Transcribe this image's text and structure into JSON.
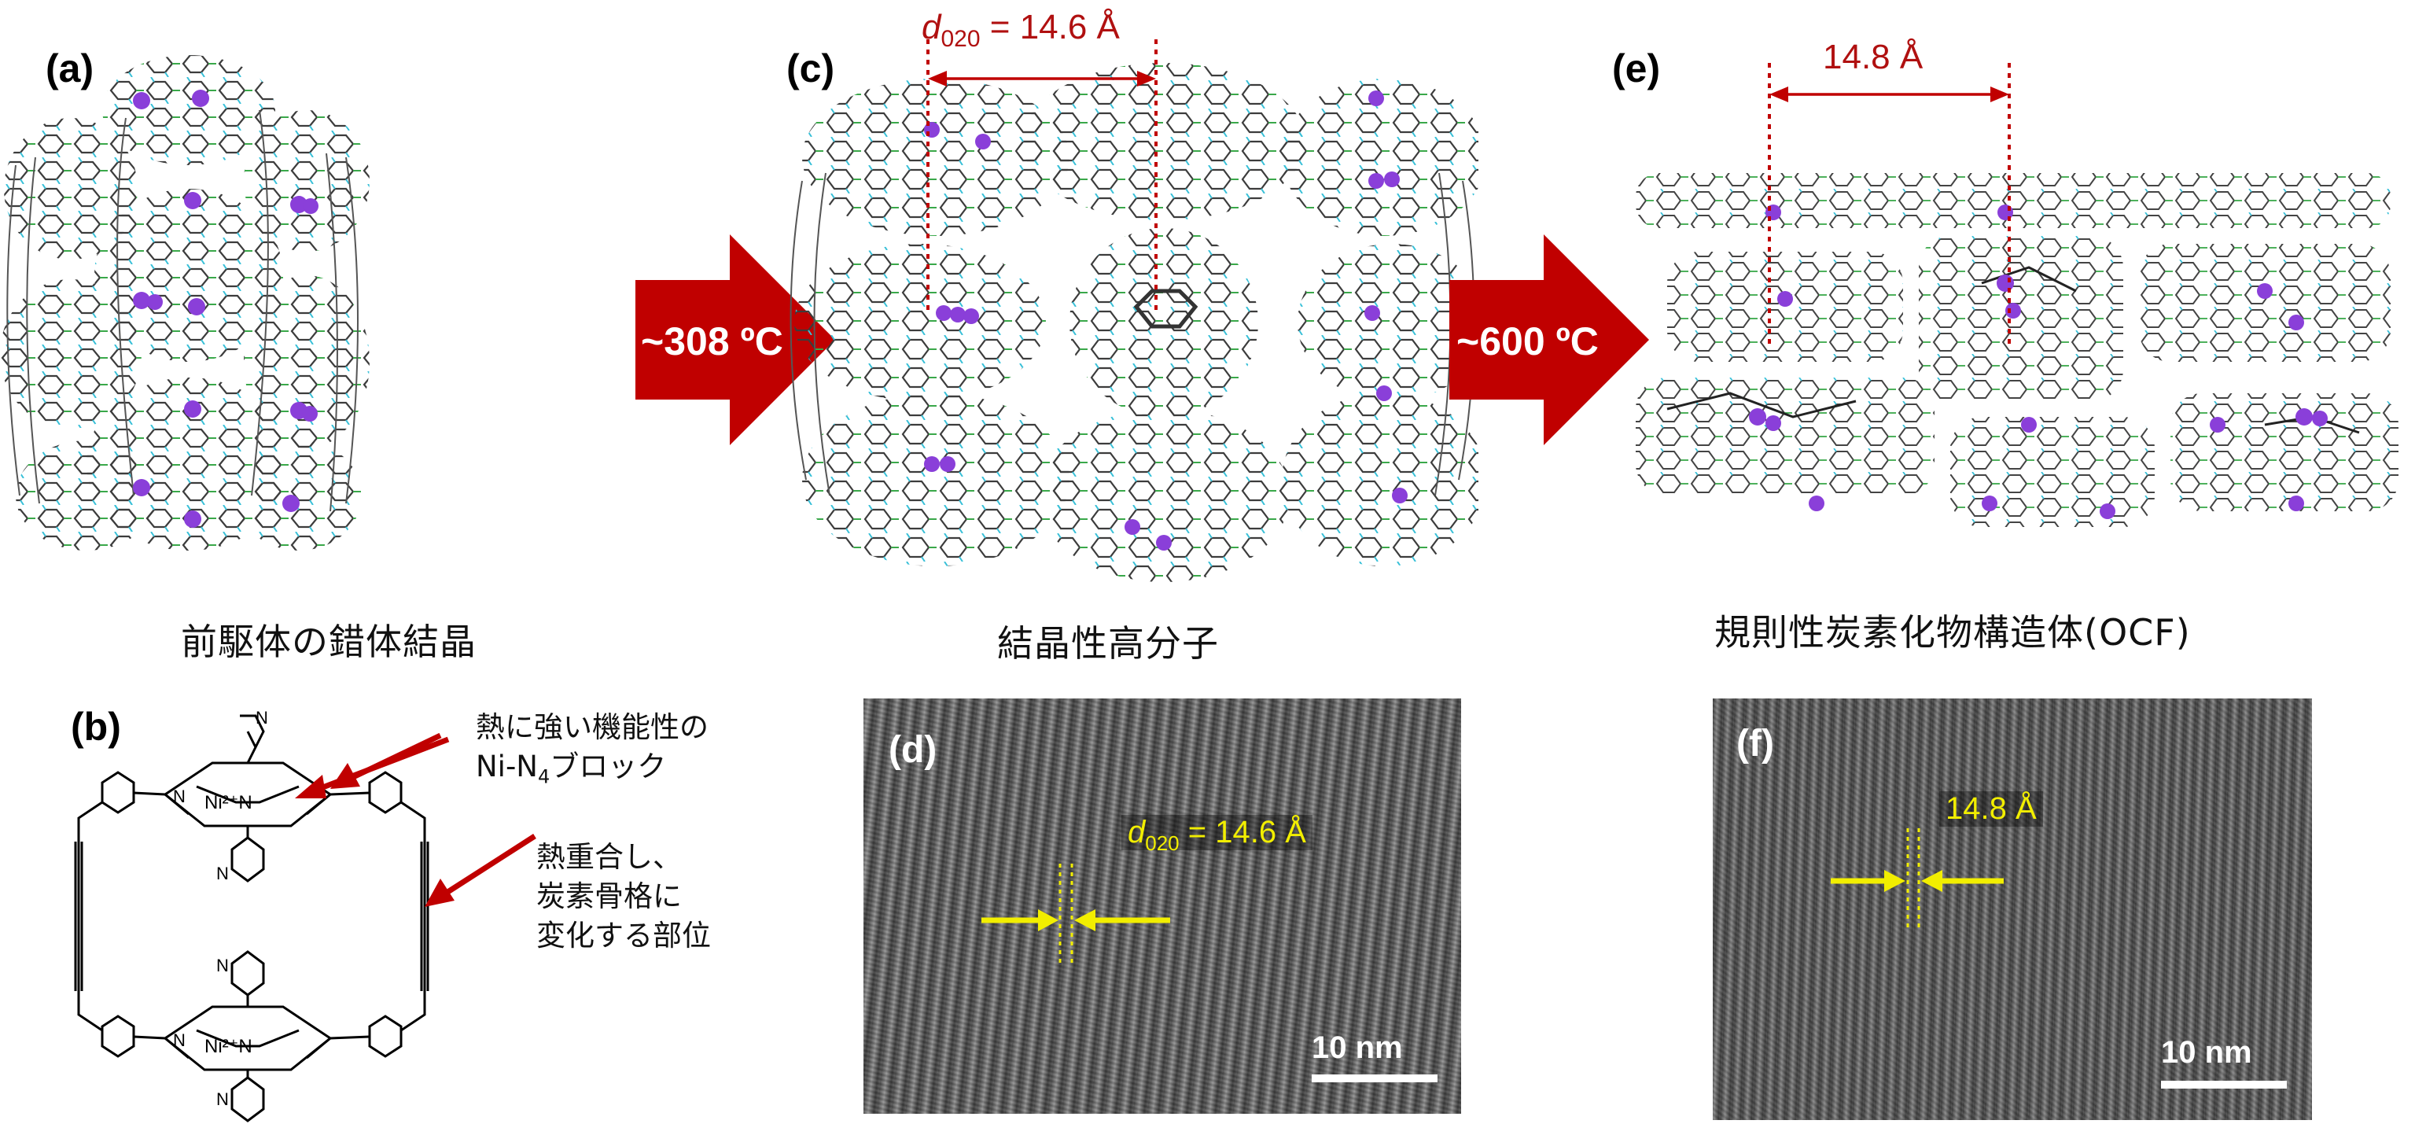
{
  "panels": {
    "a": {
      "label": "(a)",
      "caption": "前駆体の錯体結晶"
    },
    "b": {
      "label": "(b)",
      "note1_line1": "熱に強い機能性の",
      "note1_line2_prefix": "Ni-N",
      "note1_line2_sub": "4",
      "note1_line2_suffix": "ブロック",
      "note2_line1": "熱重合し、",
      "note2_line2": "炭素骨格に",
      "note2_line3": "変化する部位",
      "atom_N": "N",
      "atom_Ni": "Ni",
      "atom_charge": "2+"
    },
    "c": {
      "label": "(c)",
      "caption": "結晶性高分子",
      "spacing_d": "d",
      "spacing_sub": "020",
      "spacing_value": " = 14.6 Å"
    },
    "d": {
      "label": "(d)",
      "spacing_d": "d",
      "spacing_sub": "020",
      "spacing_value": " = 14.6 Å",
      "scale": "10 nm"
    },
    "e": {
      "label": "(e)",
      "caption": "規則性炭素化物構造体(OCF)",
      "spacing_value": "14.8 Å"
    },
    "f": {
      "label": "(f)",
      "spacing_value": "14.8 Å",
      "scale": "10 nm"
    }
  },
  "arrows": {
    "step1": "~308 ºC",
    "step2": "~600 ºC"
  },
  "colors": {
    "arrow_red": "#c00000",
    "dimension_red": "#b01010",
    "tem_yellow": "#f2ee00",
    "atom_purple": "#8a3fd9",
    "bond_green": "#3aa84a",
    "hydrogen_cyan": "#38c0d8"
  }
}
